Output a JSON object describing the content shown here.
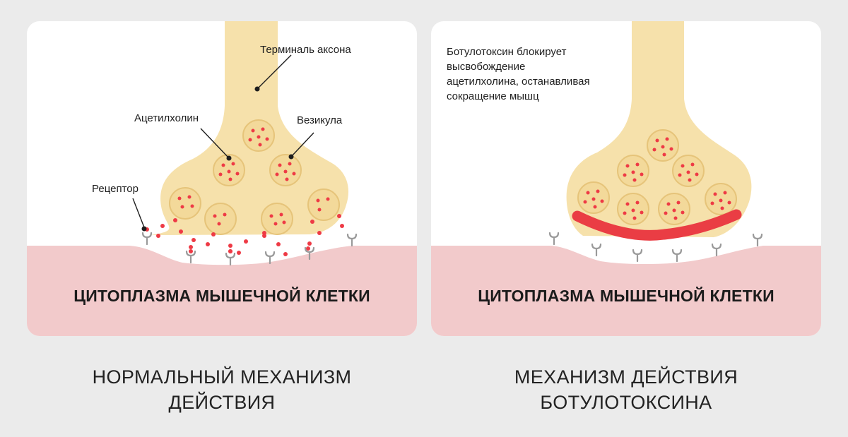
{
  "panels": {
    "normal": {
      "labels": {
        "axon_terminal": "Терминаль аксона",
        "acetylcholine": "Ацетилхолин",
        "vesicle": "Везикула",
        "receptor": "Рецептор"
      },
      "cytoplasm_label": "ЦИТОПЛАЗМА МЫШЕЧНОЙ КЛЕТКИ",
      "caption_line1": "НОРМАЛЬНЫЙ МЕХАНИЗМ",
      "caption_line2": "ДЕЙСТВИЯ"
    },
    "botox": {
      "note_lines": [
        "Ботулотоксин блокирует",
        "высвобождение",
        "ацетилхолина, останавливая",
        "сокращение мышц"
      ],
      "cytoplasm_label": "ЦИТОПЛАЗМА МЫШЕЧНОЙ КЛЕТКИ",
      "caption_line1": "МЕХАНИЗМ ДЕЙСТВИЯ",
      "caption_line2": "БОТУЛОТОКСИНА"
    }
  },
  "colors": {
    "page_background": "#ebebeb",
    "panel_background": "#ffffff",
    "muscle_cytoplasm": "#f2cacb",
    "axon": "#f6e1ab",
    "vesicle": "#f3d99a",
    "vesicle_outline": "#e6c47a",
    "acetylcholine": "#ee3a45",
    "botulinum_toxin": "#ea3d44",
    "receptor": "#9a9a9a"
  }
}
